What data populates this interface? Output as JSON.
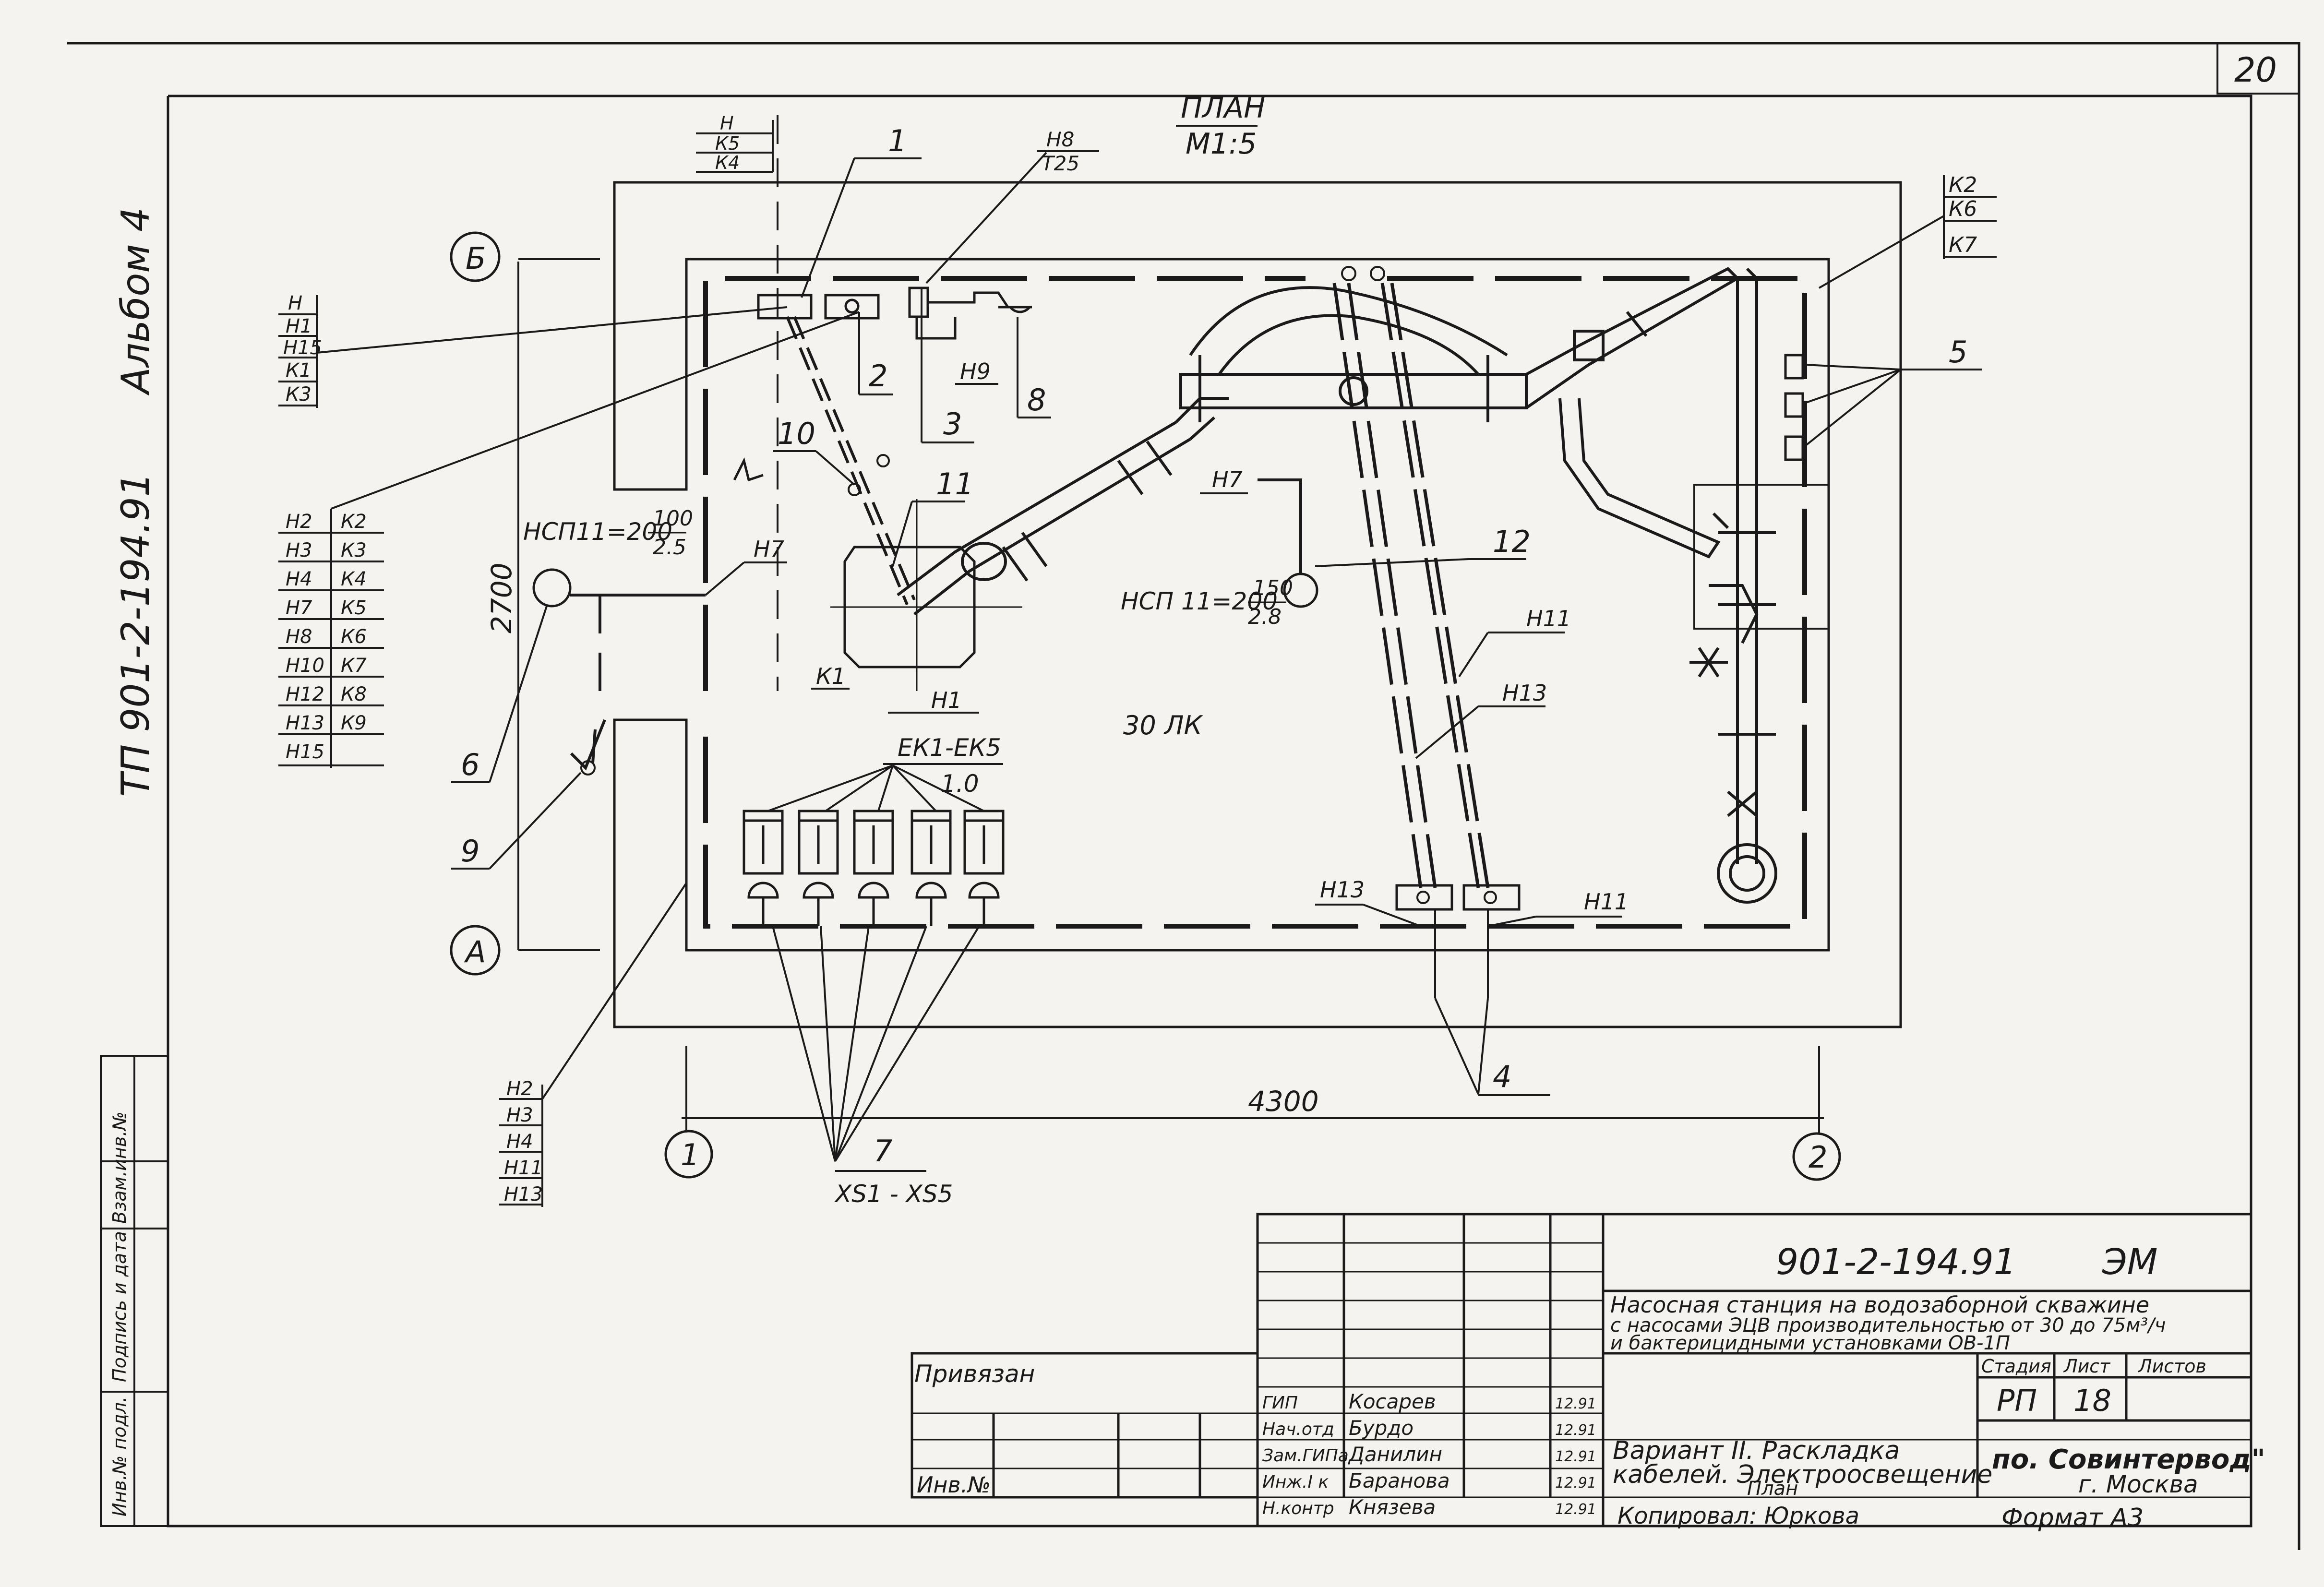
{
  "sheet_corner": "20",
  "plan_title": "ПЛАН",
  "plan_scale": "М1:5",
  "album_label": "Альбом 4",
  "tp_code": "ТП 901-2-194.91",
  "axes": {
    "row_b": "Б",
    "row_a": "А",
    "col_1": "1",
    "col_2": "2",
    "width_dim": "4300",
    "height_dim": "2700"
  },
  "tag_top": [
    "Н",
    "К5",
    "К4"
  ],
  "tag_h8": [
    "Н8",
    "Т25"
  ],
  "tag_right": [
    "К2",
    "К6",
    "К7"
  ],
  "tag_left_top": [
    "Н",
    "Н1",
    "Н15",
    "К1",
    "К3"
  ],
  "tag_table": [
    [
      "Н2",
      "К2"
    ],
    [
      "Н3",
      "К3"
    ],
    [
      "Н4",
      "К4"
    ],
    [
      "Н7",
      "К5"
    ],
    [
      "Н8",
      "К6"
    ],
    [
      "Н10",
      "К7"
    ],
    [
      "Н12",
      "К8"
    ],
    [
      "Н13",
      "К9"
    ],
    [
      "Н15",
      ""
    ]
  ],
  "tag_bottom_left": [
    "Н2",
    "Н3",
    "Н4",
    "Н11",
    "Н13"
  ],
  "labels": {
    "l1": "1",
    "l2": "2",
    "l3": "3",
    "l4": "4",
    "l5": "5",
    "l6": "6",
    "l7": "7",
    "l8": "8",
    "l9": "9",
    "l10": "10",
    "l11": "11",
    "l12": "12",
    "h9": "Н9",
    "h7a": "Н7",
    "h7b": "Н7",
    "h11a": "Н11",
    "h13a": "Н13",
    "h13b": "Н13",
    "h11b": "Н11",
    "k1": "К1",
    "h1": "Н1",
    "room": "30 ЛК",
    "ek": "ЕК1-ЕК5",
    "ek_val": "1.0",
    "xs": "XS1 - XS5",
    "lamp1_pre": "НСП11=200",
    "lamp1_num": "100",
    "lamp1_den": "2.5",
    "lamp2_pre": "НСП 11=200",
    "lamp2_num": "150",
    "lamp2_den": "2.8"
  },
  "title_block": {
    "code": "901-2-194.91",
    "mark": "ЭМ",
    "desc1": "Насосная станция на водозаборной скважине",
    "desc2": "с насосами ЭЦВ производительностью от 30 до 75м³/ч",
    "desc3": "и бактерицидными установками ОВ-1П",
    "stage_h": "Стадия",
    "sheet_h": "Лист",
    "sheets_h": "Листов",
    "stage": "РП",
    "sheet": "18",
    "variant1": "Вариант II. Раскладка",
    "variant2": "кабелей. Электроосвещение",
    "variant3": "План",
    "org1": "по. Совинтервод\"",
    "org2": "г. Москва",
    "attached": "Привязан",
    "inv": "Инв.№",
    "copied": "Копировал: Юркова",
    "format": "Формат А3",
    "staff": [
      {
        "role": "ГИП",
        "name": "Косарев",
        "date": "12.91"
      },
      {
        "role": "Нач.отд",
        "name": "Бурдо",
        "date": "12.91"
      },
      {
        "role": "Зам.ГИПа",
        "name": "Данилин",
        "date": "12.91"
      },
      {
        "role": "Инж.I к",
        "name": "Баранова",
        "date": "12.91"
      },
      {
        "role": "Н.контр",
        "name": "Князева",
        "date": "12.91"
      }
    ]
  },
  "side_stamp": [
    "Инв.№ подл.",
    "Подпись и дата",
    "Взам.инв.№"
  ]
}
